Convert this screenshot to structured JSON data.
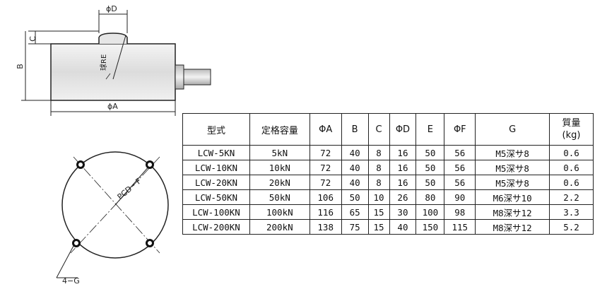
{
  "drawing": {
    "side_view": {
      "dim_D": "ϕD",
      "dim_C": "C",
      "dim_B": "B",
      "dim_A": "ϕA",
      "sphere_label": "球RE"
    },
    "top_view": {
      "pcd_label": "PCD・F",
      "holes_label": "4−G"
    }
  },
  "table": {
    "headers": {
      "model": "型式",
      "capacity": "定格容量",
      "A": "ΦA",
      "B": "B",
      "C": "C",
      "D": "ΦD",
      "E": "E",
      "F": "ΦF",
      "G": "G",
      "mass_line1": "質量",
      "mass_line2": "(kg)"
    },
    "rows": [
      {
        "model": "LCW-5KN",
        "capacity": "5kN",
        "A": "72",
        "B": "40",
        "C": "8",
        "D": "16",
        "E": "50",
        "F": "56",
        "G": "M5深サ8",
        "mass": "0.6"
      },
      {
        "model": "LCW-10KN",
        "capacity": "10kN",
        "A": "72",
        "B": "40",
        "C": "8",
        "D": "16",
        "E": "50",
        "F": "56",
        "G": "M5深サ8",
        "mass": "0.6"
      },
      {
        "model": "LCW-20KN",
        "capacity": "20kN",
        "A": "72",
        "B": "40",
        "C": "8",
        "D": "16",
        "E": "50",
        "F": "56",
        "G": "M5深サ8",
        "mass": "0.6"
      },
      {
        "model": "LCW-50KN",
        "capacity": "50kN",
        "A": "106",
        "B": "50",
        "C": "10",
        "D": "26",
        "E": "80",
        "F": "90",
        "G": "M6深サ10",
        "mass": "2.2"
      },
      {
        "model": "LCW-100KN",
        "capacity": "100kN",
        "A": "116",
        "B": "65",
        "C": "15",
        "D": "30",
        "E": "100",
        "F": "98",
        "G": "M8深サ12",
        "mass": "3.3"
      },
      {
        "model": "LCW-200KN",
        "capacity": "200kN",
        "A": "138",
        "B": "75",
        "C": "15",
        "D": "40",
        "E": "150",
        "F": "115",
        "G": "M8深サ12",
        "mass": "5.2"
      }
    ]
  }
}
